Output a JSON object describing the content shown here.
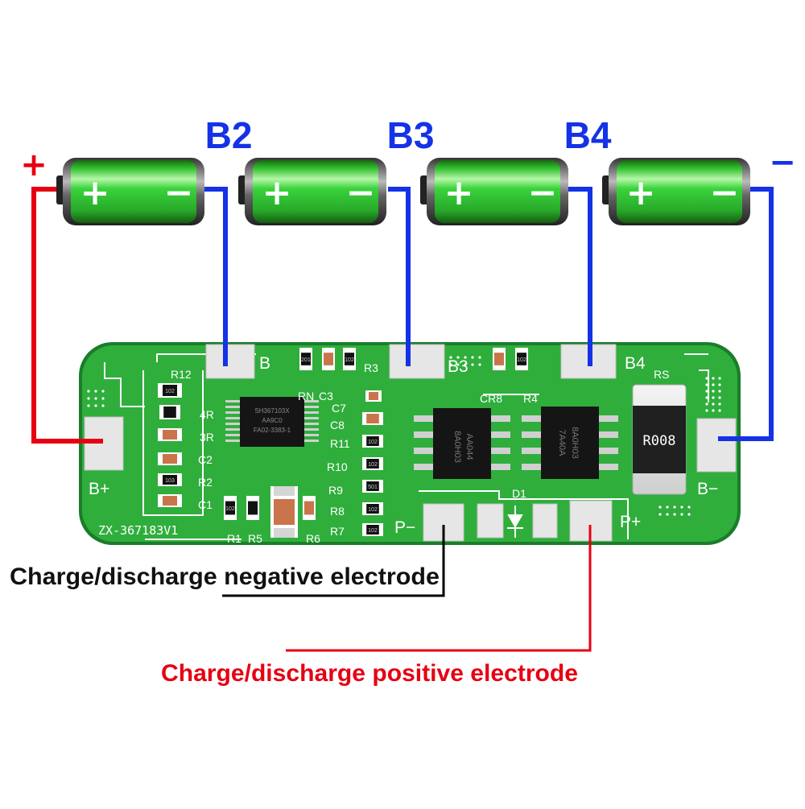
{
  "colors": {
    "positive": "#e60012",
    "balance": "#1432e6",
    "negative_lead": "#000000",
    "pcb": "#2fae3c",
    "pcb_edge": "#1b7d2a",
    "silkscreen": "#ffffff",
    "cell_green": "#36d23a",
    "pad": "#e4e4e4",
    "chip": "#111111"
  },
  "diagram": {
    "plus_sign": "+",
    "minus_sign": "−",
    "cells": [
      {
        "plus": "+",
        "minus": "−"
      },
      {
        "plus": "+",
        "minus": "−"
      },
      {
        "plus": "+",
        "minus": "−"
      },
      {
        "plus": "+",
        "minus": "−"
      }
    ],
    "balance_labels": [
      "B2",
      "B3",
      "B4"
    ],
    "neg_caption": "Charge/discharge negative electrode",
    "pos_caption": "Charge/discharge positive electrode"
  },
  "board": {
    "model": "ZX-367183V1",
    "pads": {
      "bplus": "B+",
      "bminus": "B−",
      "b": "B",
      "b3": "B3",
      "b4": "B4",
      "pminus": "P−",
      "pplus": "P+"
    },
    "refs": [
      "R12",
      "4R",
      "3R",
      "C2",
      "R2",
      "C1",
      "R1",
      "R5",
      "R6",
      "RN",
      "C3",
      "C7",
      "C8",
      "R11",
      "R10",
      "R9",
      "R8",
      "R7",
      "R3",
      "CR8",
      "R4",
      "RS",
      "D1"
    ],
    "shunt_marking": "R008",
    "ic1_marking": [
      "SH367103X",
      "AA9C0",
      "FA02-3383-1"
    ],
    "mosfet1_marking": [
      "8A0H03",
      "AA044"
    ],
    "mosfet2_marking": [
      "7A40A",
      "8A0H03"
    ],
    "component_codes": [
      "102",
      "103",
      "102",
      "201",
      "102",
      "102",
      "102",
      "501",
      "102",
      "102",
      "102"
    ]
  }
}
